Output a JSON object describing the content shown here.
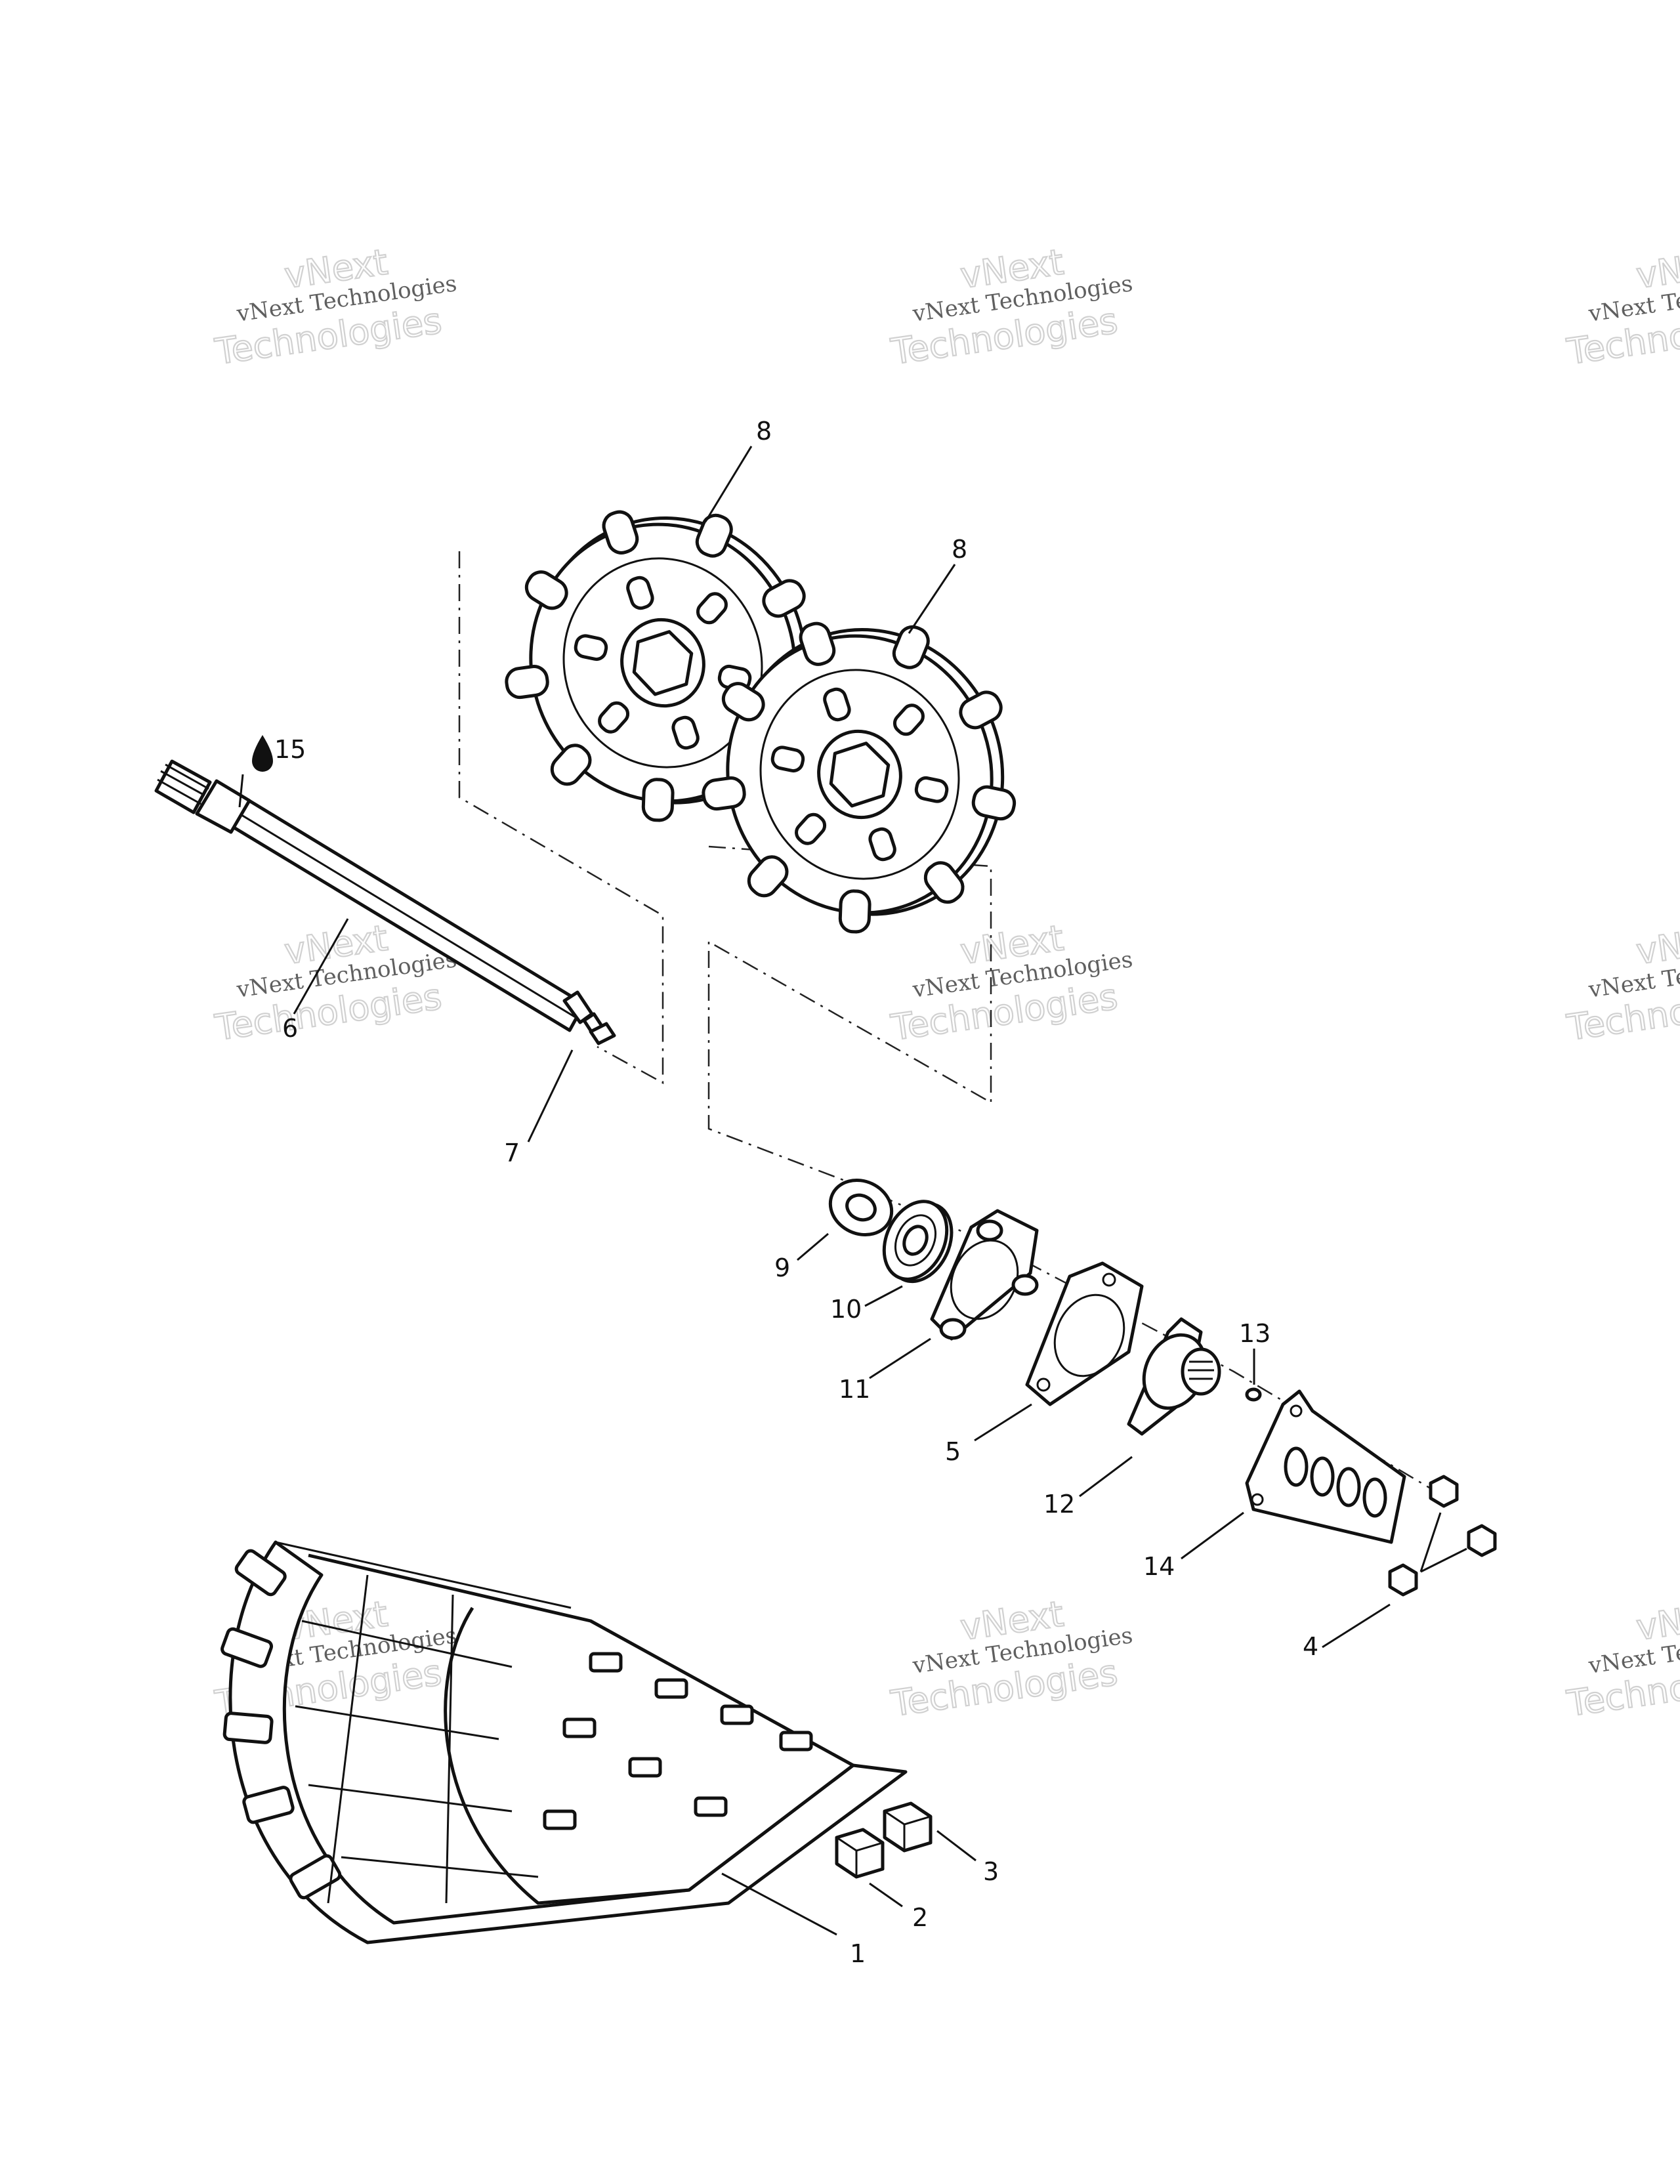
{
  "callouts": {
    "c1": "1",
    "c2": "2",
    "c3": "3",
    "c4": "4",
    "c5": "5",
    "c6": "6",
    "c7": "7",
    "c8a": "8",
    "c8b": "8",
    "c9": "9",
    "c10": "10",
    "c11": "11",
    "c12": "12",
    "c13": "13",
    "c14": "14",
    "c15": "15"
  },
  "watermark": {
    "line1": "vNext Technologies",
    "line2": "vNext",
    "line3": "Technologies"
  },
  "icons": {
    "lubricant": "oil-drop-icon"
  },
  "colors": {
    "line": "#111111",
    "watermark": "#c9c9c9"
  }
}
